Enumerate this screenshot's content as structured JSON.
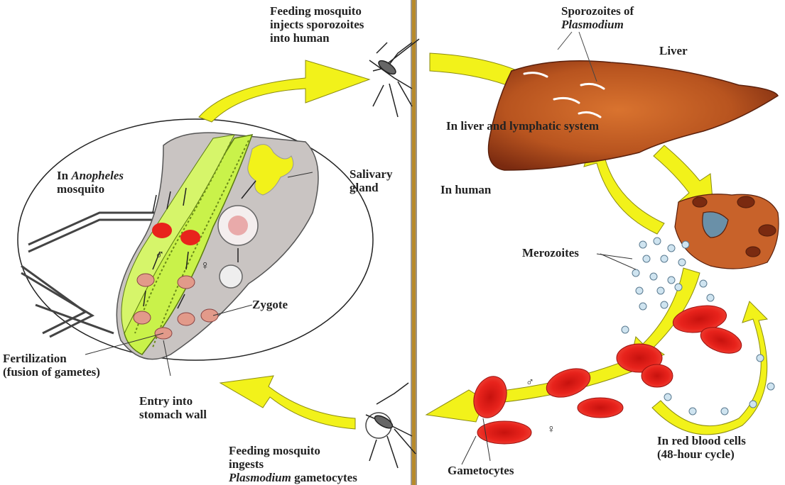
{
  "labels": {
    "feeding_inject": [
      "Feeding mosquito",
      "injects sporozoites",
      "into human"
    ],
    "sporozoites": [
      "Sporozoites of",
      "Plasmodium"
    ],
    "liver": "Liver",
    "liver_system": "In liver and lymphatic system",
    "in_human": "In human",
    "in_anopheles": [
      "In ",
      "Anopheles",
      "mosquito"
    ],
    "salivary": [
      "Salivary",
      "gland"
    ],
    "merozoites": "Merozoites",
    "zygote": "Zygote",
    "fertilization": [
      "Fertilization",
      "(fusion of gametes)"
    ],
    "entry": [
      "Entry into",
      "stomach wall"
    ],
    "feeding_ingest": [
      "Feeding mosquito",
      "ingests",
      "Plasmodium",
      " gametocytes"
    ],
    "rbc": [
      "In red blood cells",
      "(48-hour cycle)"
    ],
    "gametocytes": "Gametocytes",
    "male_symbol": "♂",
    "female_symbol": "♀"
  },
  "colors": {
    "arrow": "#f2f21a",
    "liver": "#b8541f",
    "liver_dark": "#7a2a10",
    "rbc": "#e8231c",
    "gut": "#c9f24a",
    "mosquito_body": "#c9c4c2",
    "divider": "#b88a2a"
  }
}
